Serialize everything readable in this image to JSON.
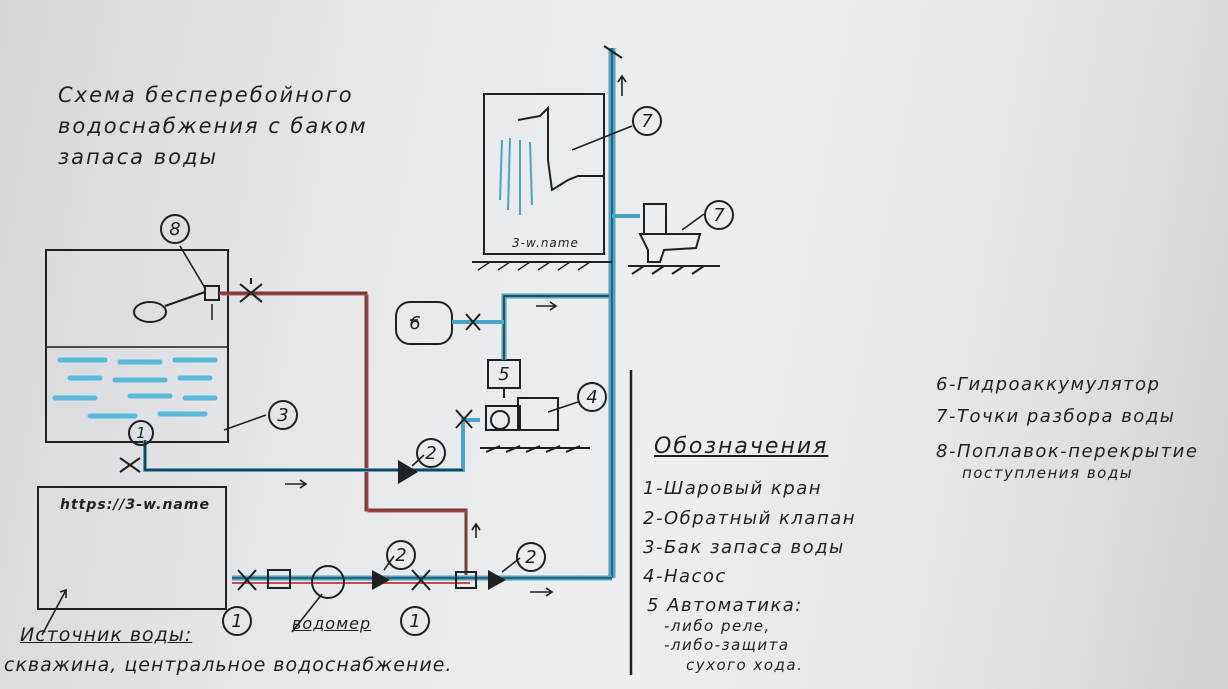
{
  "title_lines": [
    "Схема бесперебойного",
    "водоснабжения с баком",
    "запаса воды"
  ],
  "source_box_text": "https://3-w.name",
  "shower_label": "3-w.name",
  "source_label": "Источник воды:",
  "source_desc": "скважина, центральное водоснабжение.",
  "meter_label": "водомер",
  "legend": {
    "heading": "Обозначения",
    "items": [
      "1-Шаровый кран",
      "2-Обратный клапан",
      "3-Бак запаса воды",
      "4-Насос",
      "5 Автоматика:"
    ],
    "sub_items": [
      "-либо реле,",
      "-либо-защита",
      "сухого хода."
    ],
    "right_items": [
      "6-Гидроаккумулятор",
      "7-Точки разбора воды",
      "8-Поплавок-перекрытие",
      "поступления воды"
    ]
  },
  "markers": {
    "tank_float": "8",
    "tank": "3",
    "accumulator": "6",
    "automation": "5",
    "pump": "4",
    "shower": "7",
    "toilet": "7",
    "valve_a": "2",
    "valve_b": "2",
    "valve_c": "2",
    "tap_a": "1",
    "tap_b": "1",
    "tap_c": "1"
  },
  "colors": {
    "ink": "#1e2022",
    "cold_pipe": "#4aa3c8",
    "hot_pipe": "#c0504d",
    "water": "#5ab9d8"
  }
}
